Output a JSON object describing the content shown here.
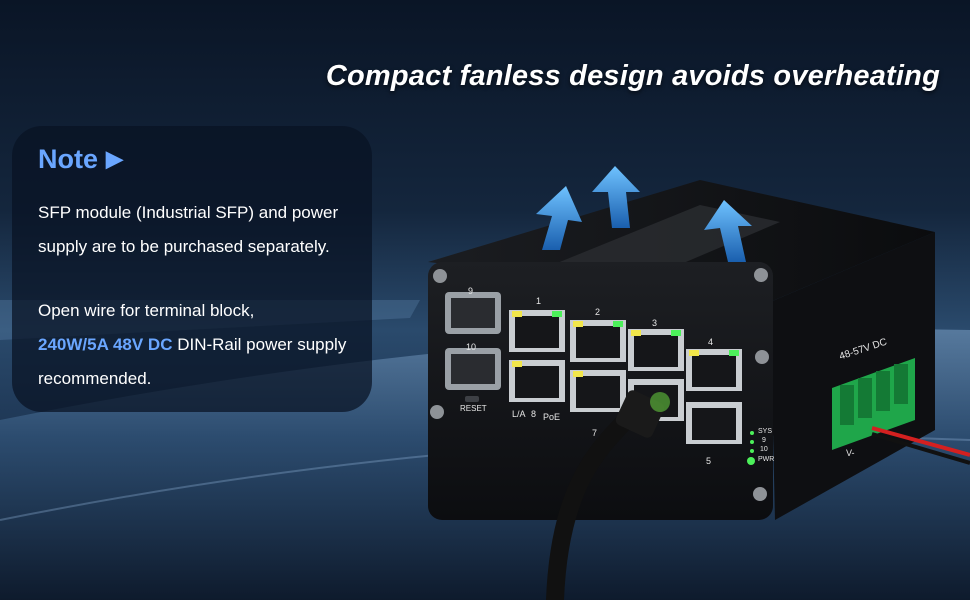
{
  "headline": "Compact fanless design avoids overheating",
  "note": {
    "title": "Note",
    "para1": "SFP module (Industrial SFP) and power supply are to be purchased separately.",
    "para2_intro": "Open wire for terminal block,",
    "para2_highlight": "240W/5A 48V DC",
    "para2_rest": "DIN-Rail power supply recommended."
  },
  "device": {
    "port_labels": [
      "9",
      "10",
      "1",
      "2",
      "3",
      "4",
      "5",
      "7"
    ],
    "reset_label": "RESET",
    "la_label": "L/A",
    "port8_label": "8",
    "poe_label": "PoE",
    "led_labels": [
      "SYS",
      "9",
      "10",
      "PWR"
    ],
    "terminal_label": "48-57V DC",
    "vminus_label": "V-"
  },
  "colors": {
    "accent": "#6aa6ff",
    "airflow_arrow": "#3a8fe0",
    "terminal_green": "#1fa64a",
    "led_green": "#4cf05a",
    "led_yellow": "#f1e64a"
  }
}
